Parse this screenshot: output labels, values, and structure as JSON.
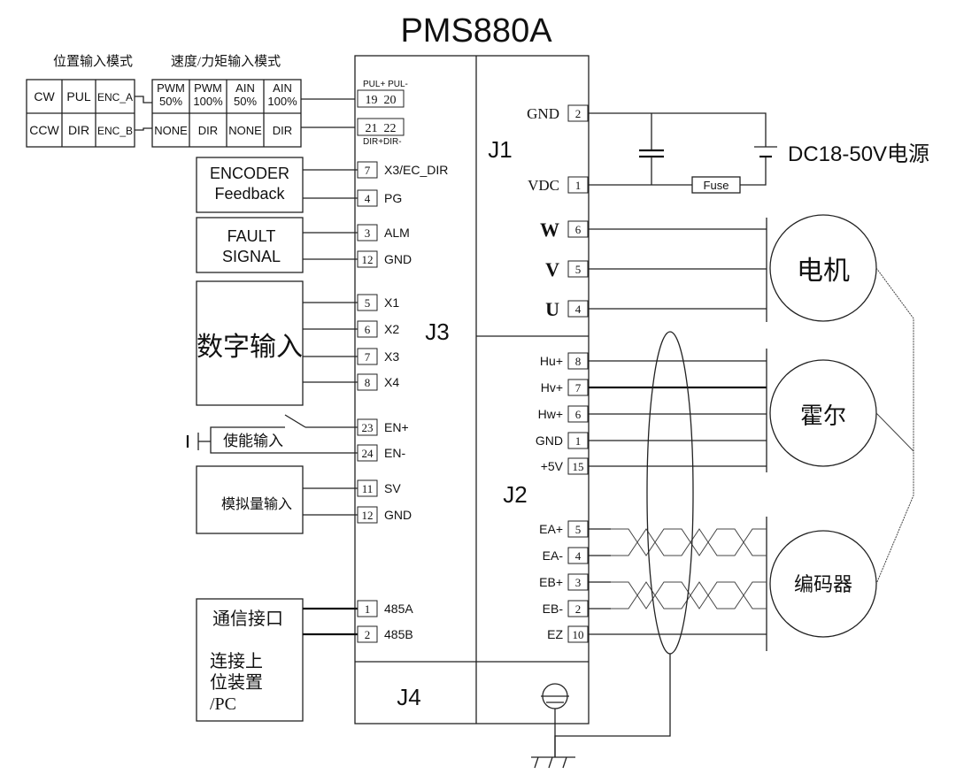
{
  "title": "PMS880A",
  "modes": {
    "position_mode_label": "位置输入模式",
    "speed_torque_mode_label": "速度/力矩输入模式",
    "position_table": [
      [
        "CW",
        "PUL",
        "ENC_A"
      ],
      [
        "CCW",
        "DIR",
        "ENC_B"
      ]
    ],
    "speed_torque_table": [
      [
        "PWM\n50%",
        "PWM\n100%",
        "AIN\n50%",
        "AIN\n100%"
      ],
      [
        "NONE",
        "DIR",
        "NONE",
        "DIR"
      ]
    ]
  },
  "pulse_connector": {
    "top_label": "PUL+ PUL-",
    "top_pins": "19  20",
    "bottom_pins": "21  22",
    "bottom_label": "DIR+DIR-"
  },
  "connectors": {
    "j1": "J1",
    "j2": "J2",
    "j3": "J3",
    "j4": "J4"
  },
  "j3_left_boxes": {
    "encoder_feedback": "ENCODER\nFeedback",
    "fault_signal": "FAULT\nSIGNAL",
    "digital_input": "数字输入",
    "enable_input": "使能输入",
    "analog_input": "模拟量输入",
    "comm_port_title": "通信接口",
    "comm_port_desc": "连接上\n位装置\n/PC"
  },
  "j3_pins": [
    {
      "num": "7",
      "label": "X3/EC_DIR"
    },
    {
      "num": "4",
      "label": "PG"
    },
    {
      "num": "3",
      "label": "ALM"
    },
    {
      "num": "12",
      "label": "GND"
    },
    {
      "num": "5",
      "label": "X1"
    },
    {
      "num": "6",
      "label": "X2"
    },
    {
      "num": "7",
      "label": "X3"
    },
    {
      "num": "8",
      "label": "X4"
    },
    {
      "num": "23",
      "label": "EN+"
    },
    {
      "num": "24",
      "label": "EN-"
    },
    {
      "num": "11",
      "label": "SV"
    },
    {
      "num": "12",
      "label": "GND"
    },
    {
      "num": "1",
      "label": "485A"
    },
    {
      "num": "2",
      "label": "485B"
    }
  ],
  "j1_pins": [
    {
      "num": "2",
      "label": "GND"
    },
    {
      "num": "1",
      "label": "VDC"
    },
    {
      "num": "6",
      "label": "W"
    },
    {
      "num": "5",
      "label": "V"
    },
    {
      "num": "4",
      "label": "U"
    }
  ],
  "j2_pins": [
    {
      "num": "8",
      "label": "Hu+"
    },
    {
      "num": "7",
      "label": "Hv+"
    },
    {
      "num": "6",
      "label": "Hw+"
    },
    {
      "num": "1",
      "label": "GND"
    },
    {
      "num": "15",
      "label": "+5V"
    },
    {
      "num": "5",
      "label": "EA+"
    },
    {
      "num": "4",
      "label": "EA-"
    },
    {
      "num": "3",
      "label": "EB+"
    },
    {
      "num": "2",
      "label": "EB-"
    },
    {
      "num": "10",
      "label": "EZ"
    }
  ],
  "power": {
    "supply_label": "DC18-50V电源",
    "fuse_label": "Fuse"
  },
  "devices": {
    "motor": "电机",
    "hall": "霍尔",
    "encoder": "编码器"
  },
  "icons": {
    "ground": "ground-icon",
    "capacitor": "capacitor-icon",
    "battery": "battery-icon",
    "switch": "switch-icon"
  }
}
